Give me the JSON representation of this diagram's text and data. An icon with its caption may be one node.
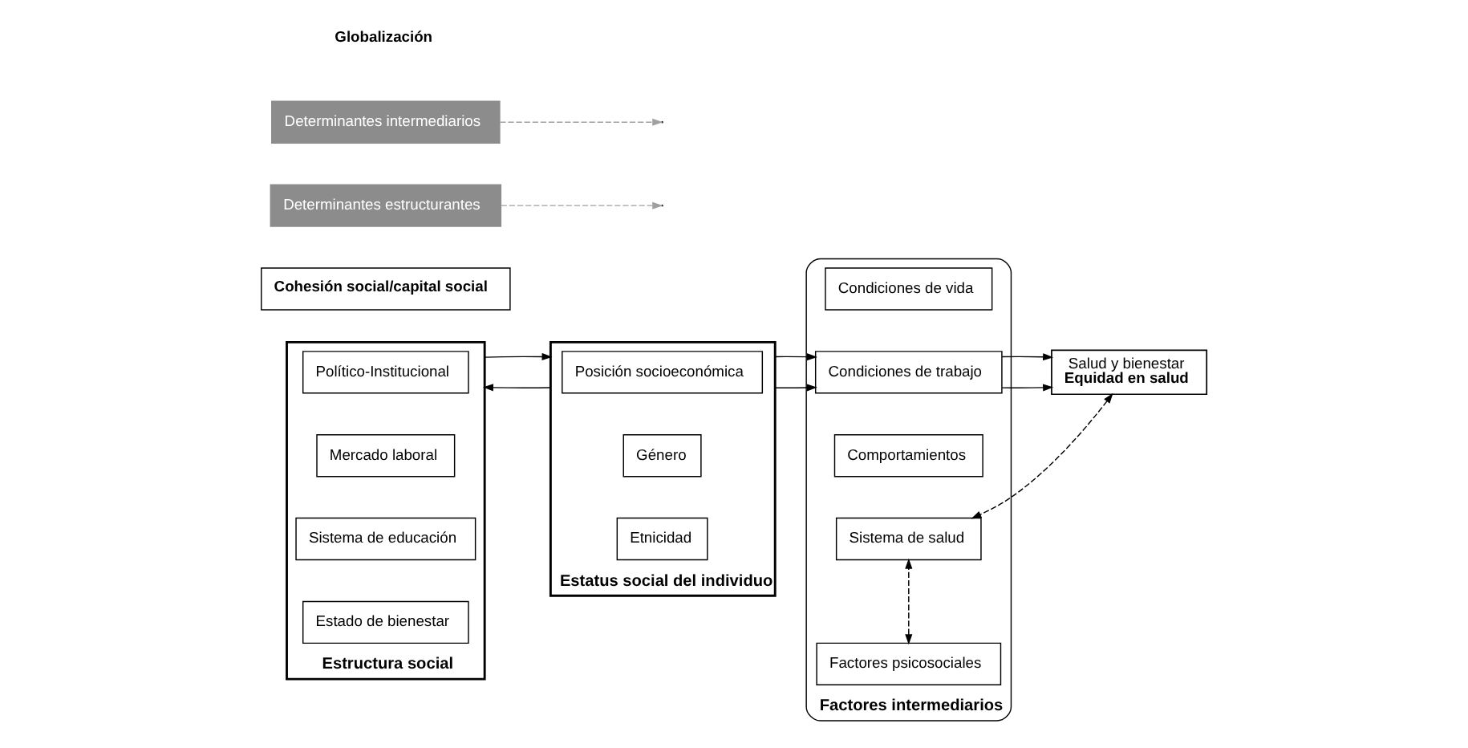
{
  "diagram": {
    "nodes": [
      {
        "text": [
          "Estructura social"
        ]
      },
      {
        "text": [
          "Político-Institucional"
        ],
        "in": 0
      },
      {
        "text": [
          "Mercado laboral"
        ],
        "in": 0
      },
      {
        "text": [
          "Sistema de educación"
        ],
        "in": 0
      },
      {
        "text": [
          "Estado de bienestar"
        ],
        "in": 0
      },
      {
        "text": [
          "Estatus social del individuo"
        ]
      },
      {
        "text": [
          "Posición socioeconómica"
        ],
        "in": 5
      },
      {
        "text": [
          "Género"
        ],
        "in": 5
      },
      {
        "text": [
          "Etnicidad"
        ],
        "in": 5
      },
      {
        "text": [
          "Factores intermediarios"
        ]
      },
      {
        "text": [
          "Condiciones de vida"
        ],
        "in": 9
      },
      {
        "text": [
          "Condiciones de trabajo"
        ],
        "in": 9
      },
      {
        "text": [
          "Comportamientos"
        ],
        "in": 9
      },
      {
        "text": [
          "Factores psicosociales"
        ],
        "in": 9
      },
      {
        "text": [
          "Sistema de salud"
        ],
        "in": 9
      },
      {
        "text": [
          "Salud y bienestar",
          "Equidad en salud"
        ]
      },
      {
        "text": [
          "Cohesión social/capital social"
        ]
      },
      {
        "text": [
          "Determinantes estructurantes"
        ]
      },
      {
        "text": [
          "Determinantes intermediarios"
        ]
      }
    ],
    "edges": [
      {
        "from": 0,
        "to": 5,
        "arrow": "to"
      },
      {
        "from": 5,
        "to": 0,
        "arrow": "to"
      },
      {
        "from": 5,
        "to": 11,
        "arrow": "to"
      },
      {
        "from": 5,
        "to": 11,
        "arrow": "to"
      },
      {
        "from": 11,
        "to": 15,
        "arrow": "to"
      },
      {
        "from": 11,
        "to": 15,
        "arrow": "to"
      },
      {
        "from": 13,
        "to": 14,
        "arrow": "both",
        "style": "dashed"
      },
      {
        "from": 15,
        "to": 14,
        "arrow": "both",
        "style": "dashed"
      },
      {
        "from": 17,
        "to": null,
        "arrow": "to",
        "style": "dashed",
        "color": "#a0a0a0"
      },
      {
        "from": 18,
        "to": null,
        "arrow": "to",
        "style": "dashed",
        "color": "#a0a0a0"
      }
    ],
    "labels": [
      "Globalización"
    ]
  }
}
